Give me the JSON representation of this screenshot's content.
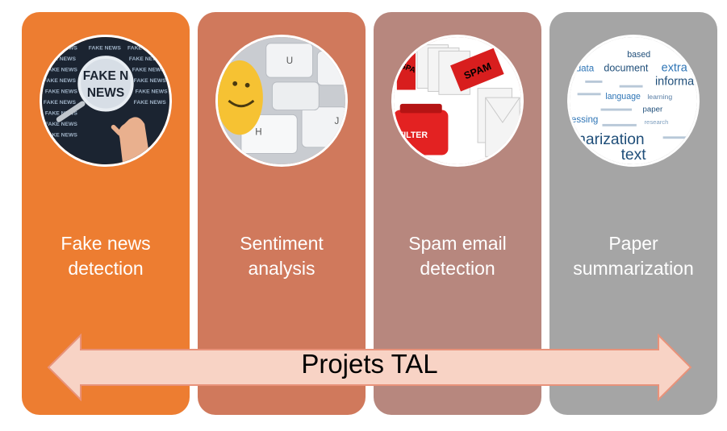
{
  "columns": [
    {
      "line1": "Fake  news",
      "line2": "detection",
      "color": "#ED7D31",
      "image": "fake-news-magnifier-image"
    },
    {
      "line1": "Sentiment",
      "line2": "analysis",
      "color": "#D0795C",
      "image": "keyboard-smiley-image"
    },
    {
      "line1": "Spam email",
      "line2": "detection",
      "color": "#B7877E",
      "image": "spam-filter-envelopes-image"
    },
    {
      "line1": "Paper",
      "line2": "summarization",
      "color": "#A5A5A5",
      "image": "summarization-word-cloud-image"
    }
  ],
  "arrow": {
    "label": "Projets TAL",
    "fill": "#F8D3C5"
  },
  "images": {
    "fake_news": [
      "FAKE NEWS",
      "FAKE N",
      "NEWS"
    ],
    "keyboard": [
      "U",
      "H",
      "J"
    ],
    "spam": [
      "SPAM",
      "SPA",
      "FILTER"
    ],
    "wordcloud": [
      "based",
      "data",
      "document",
      "extra",
      "informa",
      "language",
      "learning",
      "paper",
      "marization",
      "text",
      "essing",
      "research"
    ]
  }
}
